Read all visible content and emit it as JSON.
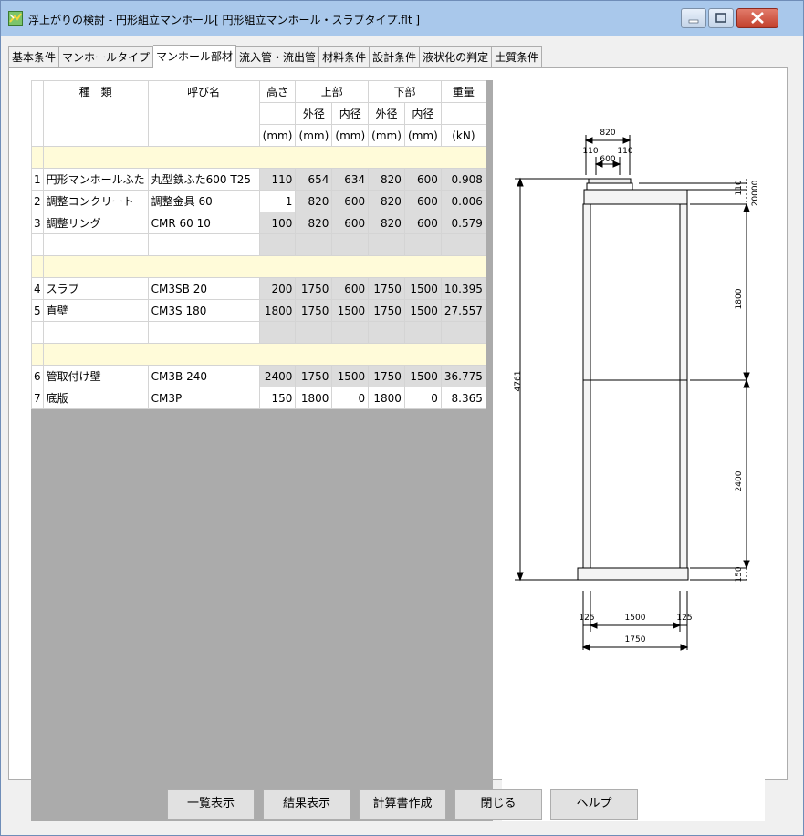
{
  "window": {
    "title": "浮上がりの検討 - 円形組立マンホール[ 円形組立マンホール・スラブタイプ.flt ]"
  },
  "tabs": [
    {
      "label": "基本条件"
    },
    {
      "label": "マンホールタイプ"
    },
    {
      "label": "マンホール部材"
    },
    {
      "label": "流入管・流出管"
    },
    {
      "label": "材料条件"
    },
    {
      "label": "設計条件"
    },
    {
      "label": "液状化の判定"
    },
    {
      "label": "土質条件"
    }
  ],
  "active_tab": "マンホール部材",
  "table": {
    "headers": {
      "type": "種　類",
      "name": "呼び名",
      "height": "高さ",
      "upper": "上部",
      "lower": "下部",
      "weight": "重量",
      "outer": "外径",
      "inner": "内径",
      "unit_mm": "(mm)",
      "unit_kn": "(kN)"
    },
    "rows": [
      {
        "no": "1",
        "type": "円形マンホールふた",
        "name": "丸型鉄ふた600 T25",
        "h": "110",
        "uo": "654",
        "ui": "634",
        "lo": "820",
        "li": "600",
        "w": "0.908"
      },
      {
        "no": "2",
        "type": "調整コンクリート",
        "name": "調整金具 60",
        "h": "1",
        "uo": "820",
        "ui": "600",
        "lo": "820",
        "li": "600",
        "w": "0.006"
      },
      {
        "no": "3",
        "type": "調整リング",
        "name": "CMR 60 10",
        "h": "100",
        "uo": "820",
        "ui": "600",
        "lo": "820",
        "li": "600",
        "w": "0.579"
      },
      {
        "no": "4",
        "type": "スラブ",
        "name": "CM3SB 20",
        "h": "200",
        "uo": "1750",
        "ui": "600",
        "lo": "1750",
        "li": "1500",
        "w": "10.395"
      },
      {
        "no": "5",
        "type": "直壁",
        "name": "CM3S 180",
        "h": "1800",
        "uo": "1750",
        "ui": "1500",
        "lo": "1750",
        "li": "1500",
        "w": "27.557"
      },
      {
        "no": "6",
        "type": "管取付け壁",
        "name": "CM3B 240",
        "h": "2400",
        "uo": "1750",
        "ui": "1500",
        "lo": "1750",
        "li": "1500",
        "w": "36.775"
      },
      {
        "no": "7",
        "type": "底版",
        "name": "CM3P",
        "h": "150",
        "uo": "1800",
        "ui": "0",
        "lo": "1800",
        "li": "0",
        "w": "8.365"
      }
    ]
  },
  "drawing": {
    "dims": {
      "top_outer": "820",
      "top_left": "110",
      "top_right": "110",
      "top_inner": "600",
      "total_height": "4761",
      "cover": "110",
      "adjust": "20000",
      "wall": "1800",
      "pipe_wall": "2400",
      "bottom": "150",
      "wall_left": "125",
      "inner_width": "1500",
      "wall_right": "125",
      "outer_width": "1750"
    }
  },
  "buttons": {
    "list": "一覧表示",
    "result": "結果表示",
    "report": "計算書作成",
    "close": "閉じる",
    "help": "ヘルプ"
  }
}
